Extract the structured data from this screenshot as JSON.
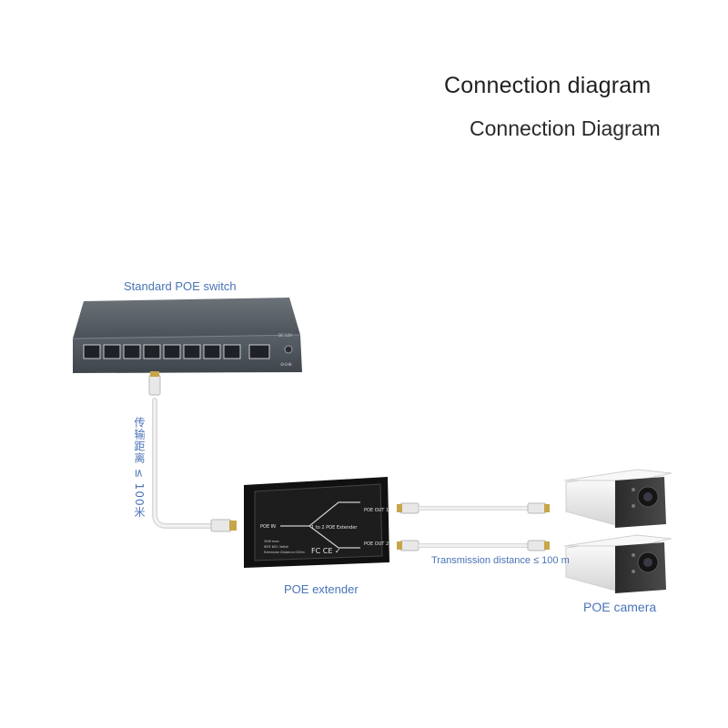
{
  "header": {
    "title": "Connection diagram",
    "subtitle": "Connection Diagram"
  },
  "switch": {
    "label": "Standard POE switch"
  },
  "cable_left": {
    "label": "传输距离 ≤ 100米"
  },
  "extender": {
    "label": "POE extender",
    "device_title": "1 to 2 POE Extender",
    "port_in": "POE IN",
    "port_out1": "POE OUT 1",
    "port_out2": "POE OUT 2",
    "spec_line1": "30W max",
    "spec_line2": "IEEE 802.3af/at",
    "spec_line3": "Extension Distance:100m",
    "marks": "FC  CE  ✓"
  },
  "cameras": {
    "label": "POE camera"
  },
  "cable_right": {
    "label": "Transmission distance ≤ 100 m"
  },
  "colors": {
    "label_blue": "#4a73b6",
    "switch_body": "#4f565d",
    "extender_body": "#1b1b1b",
    "camera_white": "#f2f2f2",
    "cable": "#e6e6e6"
  }
}
